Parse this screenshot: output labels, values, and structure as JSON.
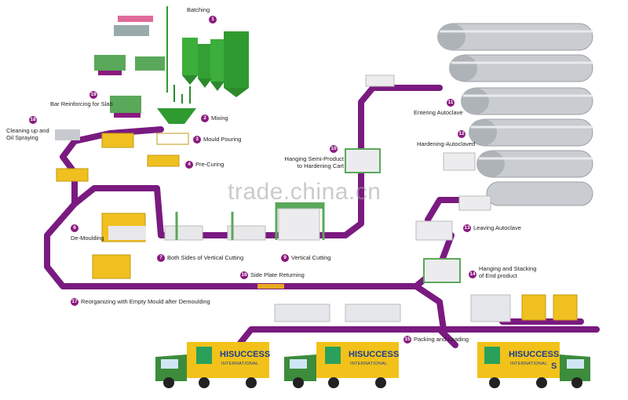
{
  "watermark": "trade.china.cn",
  "steps": [
    {
      "n": "1",
      "label": "Batching"
    },
    {
      "n": "2",
      "label": "Mixing"
    },
    {
      "n": "3",
      "label": "Mould Pouring"
    },
    {
      "n": "4",
      "label": "Pre-Curing"
    },
    {
      "n": "6",
      "label": "De-Moulding"
    },
    {
      "n": "7",
      "label": "Both Sides of Vertical Cutting"
    },
    {
      "n": "9",
      "label": "Vertical Cutting"
    },
    {
      "n": "10",
      "label": "Hanging Semi-Product to Hardening Cart"
    },
    {
      "n": "11",
      "label": "Entering Autoclave"
    },
    {
      "n": "12",
      "label": "Hardening-Autoclaved"
    },
    {
      "n": "13",
      "label": "Leaving Autoclave"
    },
    {
      "n": "14",
      "label": "Hanging and Stacking of End product"
    },
    {
      "n": "15",
      "label": "Packing and Loading"
    },
    {
      "n": "16",
      "label": "Side Plate Returning"
    },
    {
      "n": "17",
      "label": "Reorganizing with Empty Mould after Demoulding"
    },
    {
      "n": "18",
      "label": "Cleaning up and Oil Spraying"
    },
    {
      "n": "19",
      "label": "Bar Reinforcing for Slab"
    }
  ],
  "trucks": [
    {
      "brand": "HISUCCESS",
      "sub": "INTERNATIONAL",
      "extra": ""
    },
    {
      "brand": "HISUCCESS",
      "sub": "INTERNATIONAL",
      "extra": ""
    },
    {
      "brand": "HISUCCESS",
      "sub": "INTERNATIONAL",
      "extra": "S"
    }
  ],
  "colors": {
    "conveyor": "#7a1a80",
    "silo": "#3cae3c",
    "truck_box": "#f2c21a",
    "truck_cab": "#3c8c3c",
    "autoclave": "#bfc4c8"
  }
}
